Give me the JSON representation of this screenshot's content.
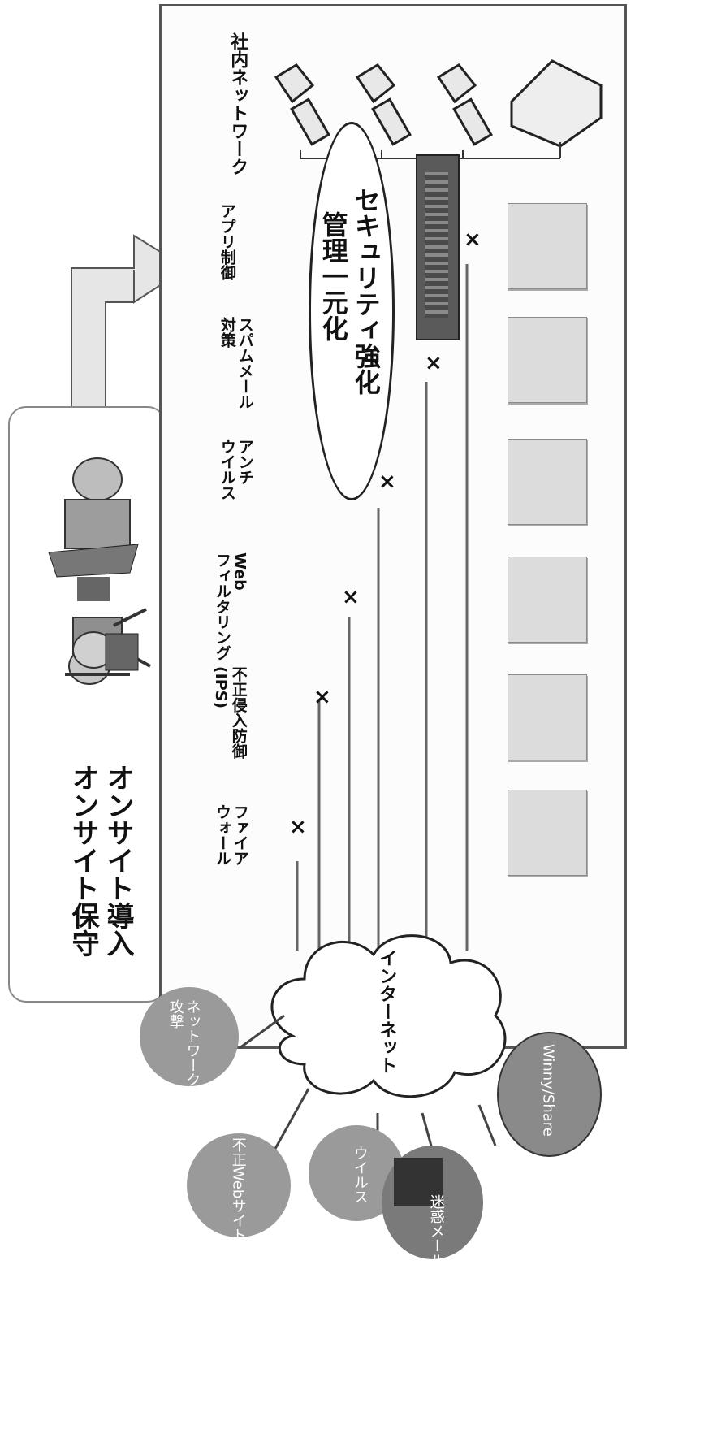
{
  "onsite": {
    "line1": "オンサイト導入",
    "line2": "オンサイト保守"
  },
  "network_label": "社内ネットワーク",
  "categories": [
    {
      "label": "ファイア\nウォール"
    },
    {
      "label": "不正侵入防御\n(IPS)"
    },
    {
      "label": "Web\nフィルタリング"
    },
    {
      "label": "アンチ\nウイルス"
    },
    {
      "label": "スパムメール\n対策"
    },
    {
      "label": "アプリ制御"
    }
  ],
  "ellipse": {
    "line1": "セキュリティ強化",
    "line2": "管理一元化"
  },
  "cloud_label": "インターネット",
  "threats": [
    {
      "label": "ネットワーク\n攻撃"
    },
    {
      "label": "不正Webサイト"
    },
    {
      "label": "ウイルス"
    },
    {
      "label": "迷惑メール"
    },
    {
      "label": "Winny/Share"
    }
  ],
  "blocked_mark": "×",
  "colors": {
    "frame": "#555555",
    "tile": "#d8d8d8",
    "threat": "#9a9a9a",
    "arrow": "#666666"
  }
}
